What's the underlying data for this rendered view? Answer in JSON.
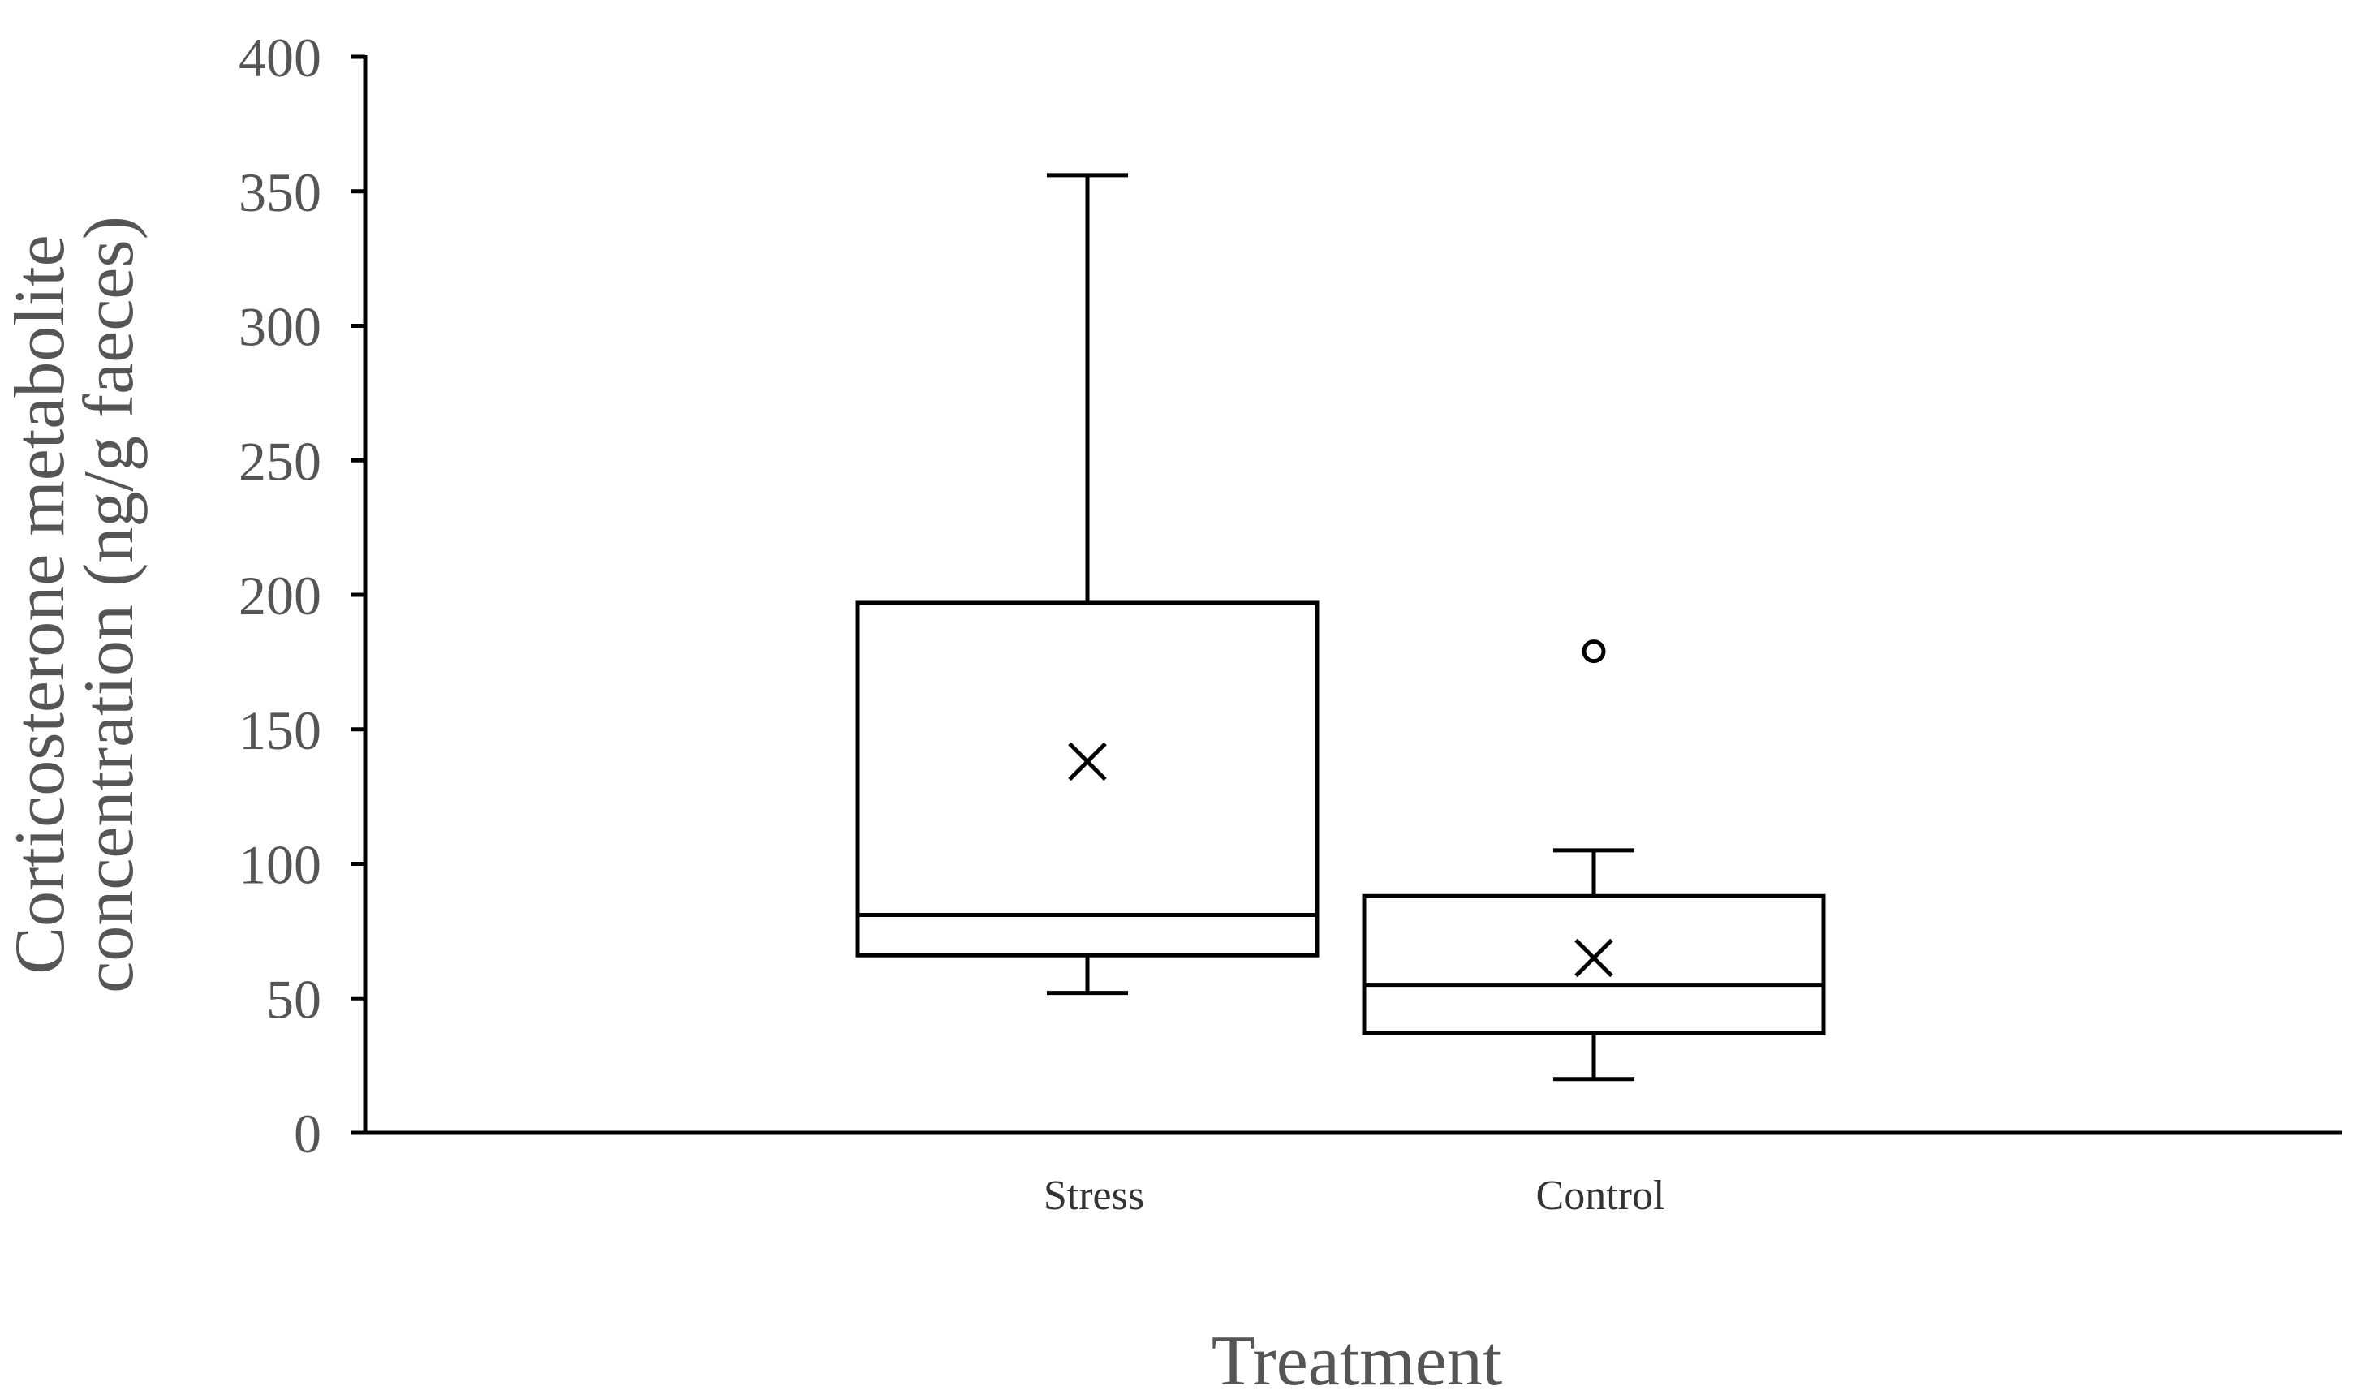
{
  "chart_data": {
    "type": "box",
    "title": "",
    "xlabel": "Treatment",
    "ylabel_lines": [
      "Corticosterone metabolite",
      "concentration (ng/g faeces)"
    ],
    "ylim": [
      0,
      400
    ],
    "yticks": [
      0,
      50,
      100,
      150,
      200,
      250,
      300,
      350,
      400
    ],
    "grid": false,
    "legend": "none",
    "categories": [
      "Stress",
      "Control"
    ],
    "series": [
      {
        "category": "Stress",
        "whisker_low": 52,
        "q1": 66,
        "median": 81,
        "q3": 197,
        "whisker_high": 356,
        "mean": 138,
        "outliers": []
      },
      {
        "category": "Control",
        "whisker_low": 20,
        "q1": 37,
        "median": 55,
        "q3": 88,
        "whisker_high": 105,
        "mean": 65,
        "outliers": [
          179
        ]
      }
    ]
  }
}
